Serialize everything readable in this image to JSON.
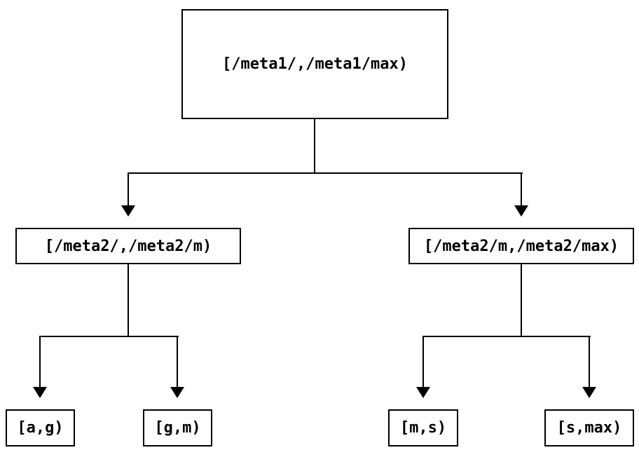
{
  "diagram": {
    "type": "tree",
    "colors": {
      "background": "#ffffff",
      "line": "#000000",
      "box_border": "#000000",
      "text": "#000000"
    },
    "nodes": {
      "root": {
        "label": "[/meta1/,/meta1/max)"
      },
      "meta2_low": {
        "label": "[/meta2/,/meta2/m)"
      },
      "meta2_high": {
        "label": "[/meta2/m,/meta2/max)"
      },
      "leaf_a_g": {
        "label": "[a,g)"
      },
      "leaf_g_m": {
        "label": "[g,m)"
      },
      "leaf_m_s": {
        "label": "[m,s)"
      },
      "leaf_s_max": {
        "label": "[s,max)"
      }
    },
    "edges": [
      {
        "from": "root",
        "to": "meta2_low"
      },
      {
        "from": "root",
        "to": "meta2_high"
      },
      {
        "from": "meta2_low",
        "to": "leaf_a_g"
      },
      {
        "from": "meta2_low",
        "to": "leaf_g_m"
      },
      {
        "from": "meta2_high",
        "to": "leaf_m_s"
      },
      {
        "from": "meta2_high",
        "to": "leaf_s_max"
      }
    ]
  }
}
